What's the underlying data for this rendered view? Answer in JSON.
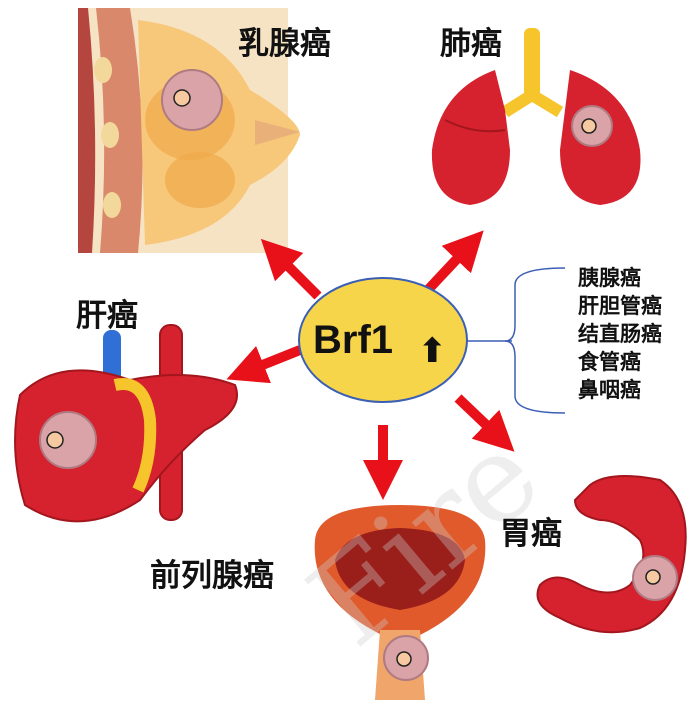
{
  "center": {
    "label": "Brf1",
    "arrow": "⬆"
  },
  "organs": {
    "breast": "乳腺癌",
    "lung": "肺癌",
    "liver": "肝癌",
    "prostate": "前列腺癌",
    "stomach": "胃癌"
  },
  "other_cancers": [
    "胰腺癌",
    "肝胆管癌",
    "结直肠癌",
    "食管癌",
    "鼻咽癌"
  ],
  "colors": {
    "arrow": "#e8111a",
    "center_fill": "#f7d54a",
    "organ_red": "#d6222e",
    "tumor": "#d9a3a8",
    "bracket": "#3b5fb5"
  }
}
